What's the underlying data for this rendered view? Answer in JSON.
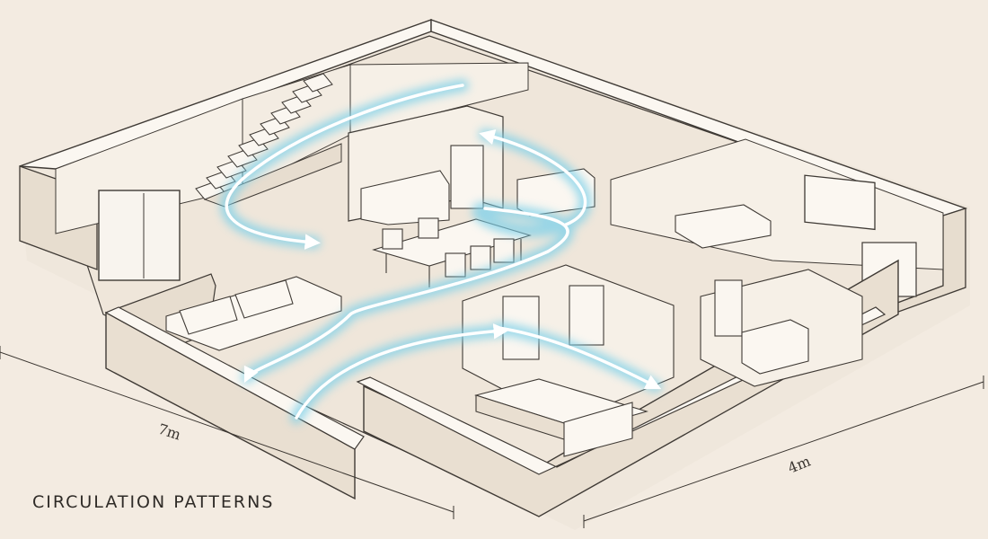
{
  "caption": "CIRCULATION PATTERNS",
  "dimensions": {
    "length": "7m",
    "width": "4m"
  },
  "colors": {
    "background": "#f3ebe1",
    "wall_top": "#fbf7f1",
    "wall_side": "#e7ddcf",
    "floor": "#efe6da",
    "line": "#3f3a35",
    "flow_glow": "#7cd0ea",
    "flow_core": "#ffffff"
  }
}
